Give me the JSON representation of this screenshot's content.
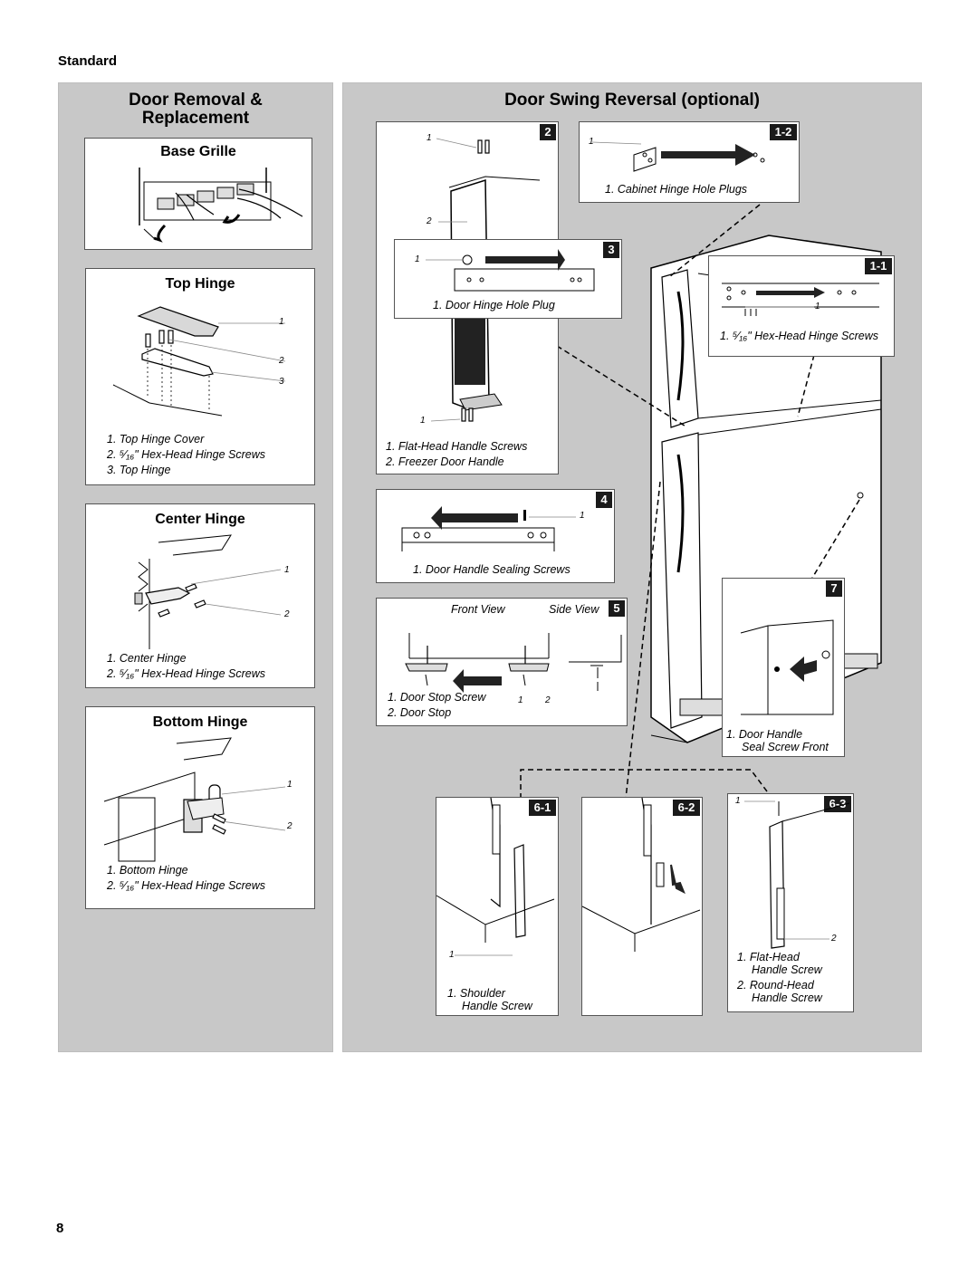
{
  "section": "Standard",
  "page_number": "8",
  "left_panel": {
    "title_line1": "Door Removal &",
    "title_line2": "Replacement",
    "base_grille": {
      "title": "Base Grille"
    },
    "top_hinge": {
      "title": "Top Hinge",
      "captions": [
        "1. Top Hinge Cover",
        "2. ⁵⁄₁₆\" Hex-Head Hinge Screws",
        "3. Top Hinge"
      ]
    },
    "center_hinge": {
      "title": "Center Hinge",
      "captions": [
        "1. Center Hinge",
        "2. ⁵⁄₁₆\" Hex-Head Hinge Screws"
      ]
    },
    "bottom_hinge": {
      "title": "Bottom Hinge",
      "captions": [
        "1. Bottom Hinge",
        "2. ⁵⁄₁₆\" Hex-Head Hinge Screws"
      ]
    }
  },
  "right_panel": {
    "title": "Door Swing Reversal (optional)",
    "step_1_1": {
      "badge": "1-1",
      "caption": "1. ⁵⁄₁₆\" Hex-Head Hinge Screws"
    },
    "step_1_2": {
      "badge": "1-2",
      "caption": "1. Cabinet Hinge Hole Plugs"
    },
    "step_2": {
      "badge": "2",
      "captions": [
        "1. Flat-Head Handle Screws",
        "2. Freezer Door Handle"
      ]
    },
    "step_3": {
      "badge": "3",
      "caption": "1. Door Hinge Hole Plug"
    },
    "step_4": {
      "badge": "4",
      "caption": "1. Door Handle Sealing Screws"
    },
    "step_5": {
      "badge": "5",
      "front_view": "Front View",
      "side_view": "Side View",
      "captions": [
        "1. Door Stop Screw",
        "2. Door Stop"
      ]
    },
    "step_7": {
      "badge": "7",
      "captions": [
        "1. Door Handle",
        "Seal Screw Front"
      ]
    },
    "step_6_1": {
      "badge": "6-1",
      "captions": [
        "1. Shoulder",
        "Handle Screw"
      ]
    },
    "step_6_2": {
      "badge": "6-2"
    },
    "step_6_3": {
      "badge": "6-3",
      "captions": [
        "1. Flat-Head",
        "Handle Screw",
        "2. Round-Head",
        "Handle Screw"
      ]
    }
  },
  "callouts": {
    "one": "1",
    "two": "2",
    "three": "3"
  }
}
